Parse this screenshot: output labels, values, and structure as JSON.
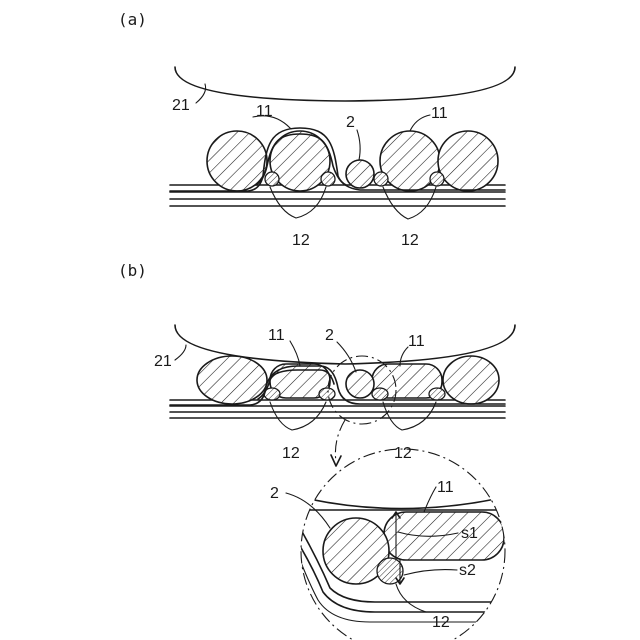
{
  "panel_a": {
    "caption": "(a)",
    "label_21": "21",
    "label_11_left": "11",
    "label_2": "2",
    "label_11_right": "11",
    "label_12_left": "12",
    "label_12_right": "12"
  },
  "panel_b": {
    "caption": "(b)",
    "label_21": "21",
    "label_11_left": "11",
    "label_2": "2",
    "label_11_right": "11",
    "label_12_left": "12",
    "label_12_right": "12"
  },
  "detail": {
    "label_2": "2",
    "label_11": "11",
    "label_s1": "s1",
    "label_s2": "s2",
    "label_12": "12"
  }
}
